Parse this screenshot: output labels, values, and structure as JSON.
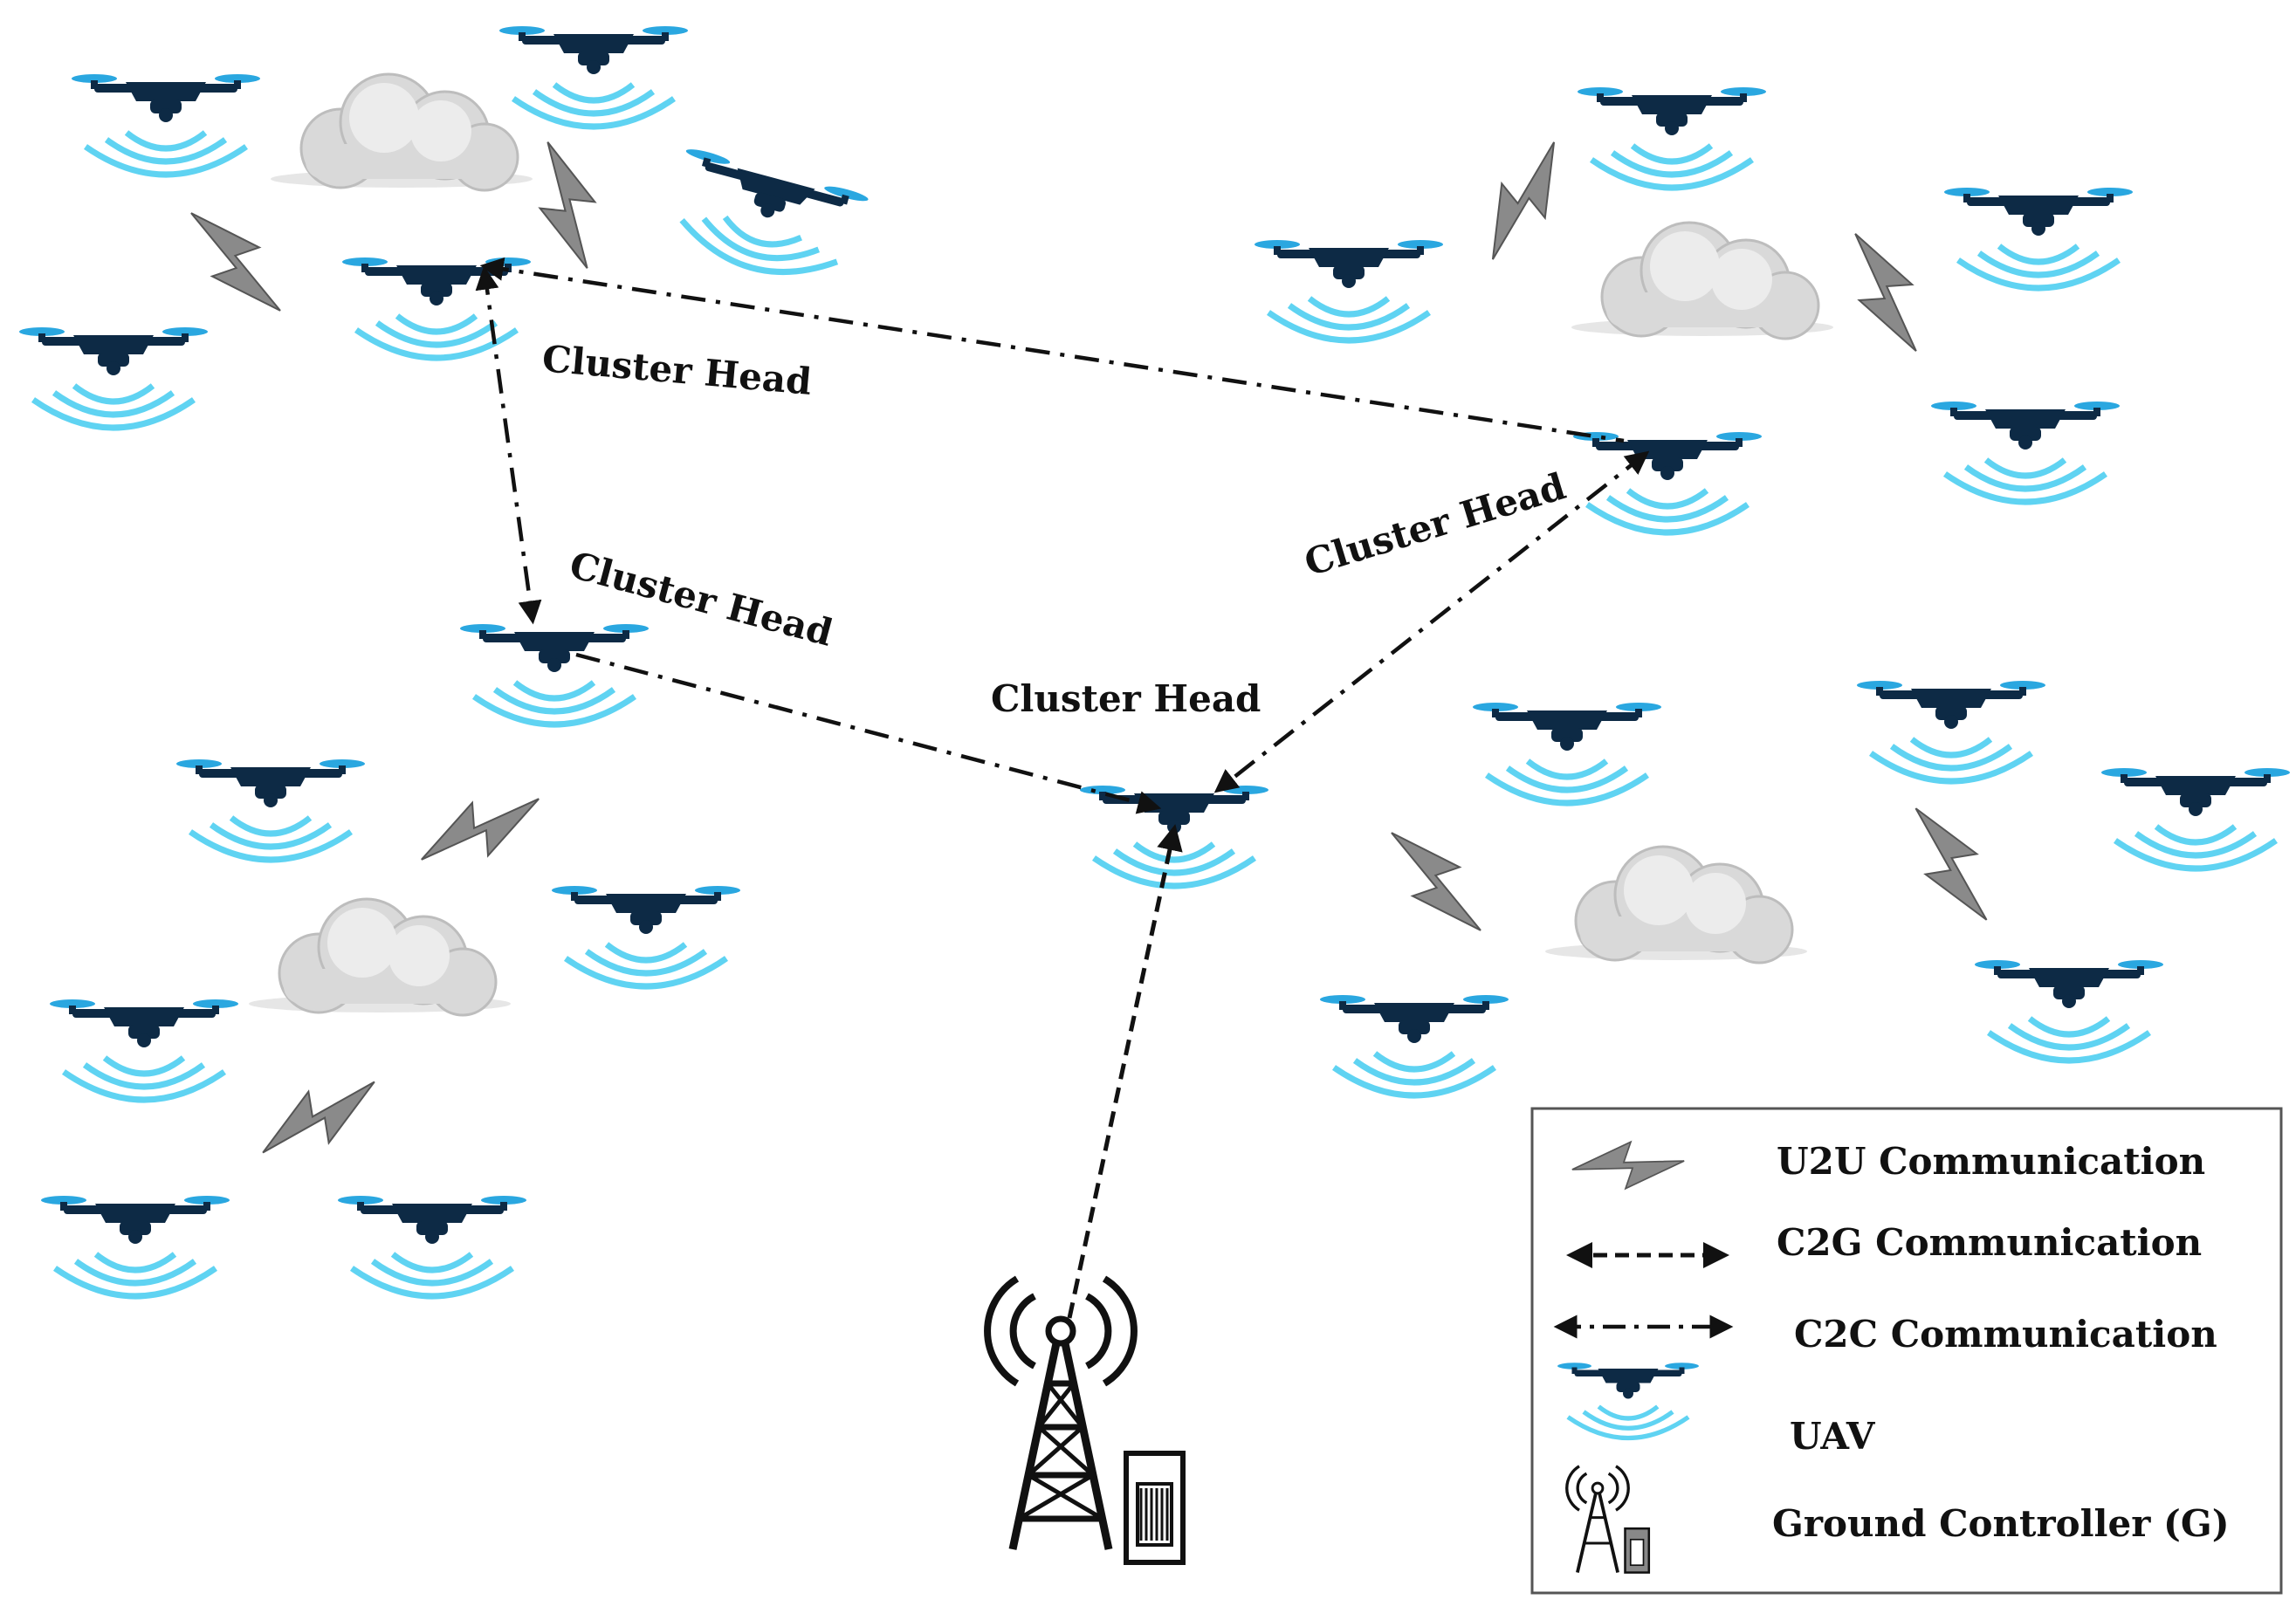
{
  "colors": {
    "uav_body": "#0d2a45",
    "uav_rotor": "#2aa7e0",
    "signal_wave": "#5fd3f2",
    "lightning": "#8a8a8a",
    "link_line": "#111111",
    "cloud": "#d9d9d9"
  },
  "labels": {
    "cluster_head": "Cluster Head"
  },
  "legend": {
    "items": [
      {
        "icon": "lightning-icon",
        "label": "U2U Communication"
      },
      {
        "icon": "dashed-arrow-icon",
        "label": "C2G Communication"
      },
      {
        "icon": "dashdot-arrow-icon",
        "label": "C2C Communication"
      },
      {
        "icon": "uav-icon",
        "label": "UAV"
      },
      {
        "icon": "tower-icon",
        "label": "Ground Controller (G)"
      }
    ]
  }
}
